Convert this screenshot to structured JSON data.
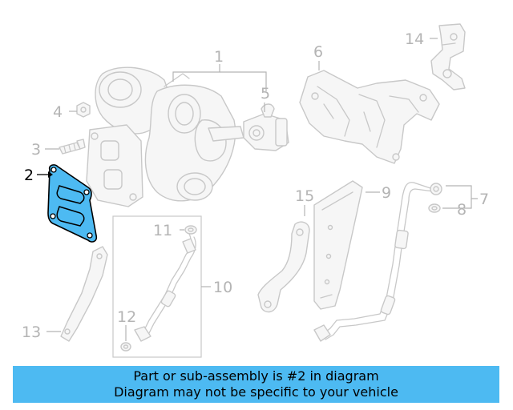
{
  "callouts": {
    "c1": "1",
    "c2": "2",
    "c3": "3",
    "c4": "4",
    "c5": "5",
    "c6": "6",
    "c7": "7",
    "c8": "8",
    "c9": "9",
    "c10": "10",
    "c11": "11",
    "c12": "12",
    "c13": "13",
    "c14": "14",
    "c15": "15"
  },
  "highlight_color": "#4dbaf2",
  "banner": {
    "line1": "Part or sub-assembly is #2 in diagram",
    "line2": "Diagram may not be specific to your vehicle"
  }
}
